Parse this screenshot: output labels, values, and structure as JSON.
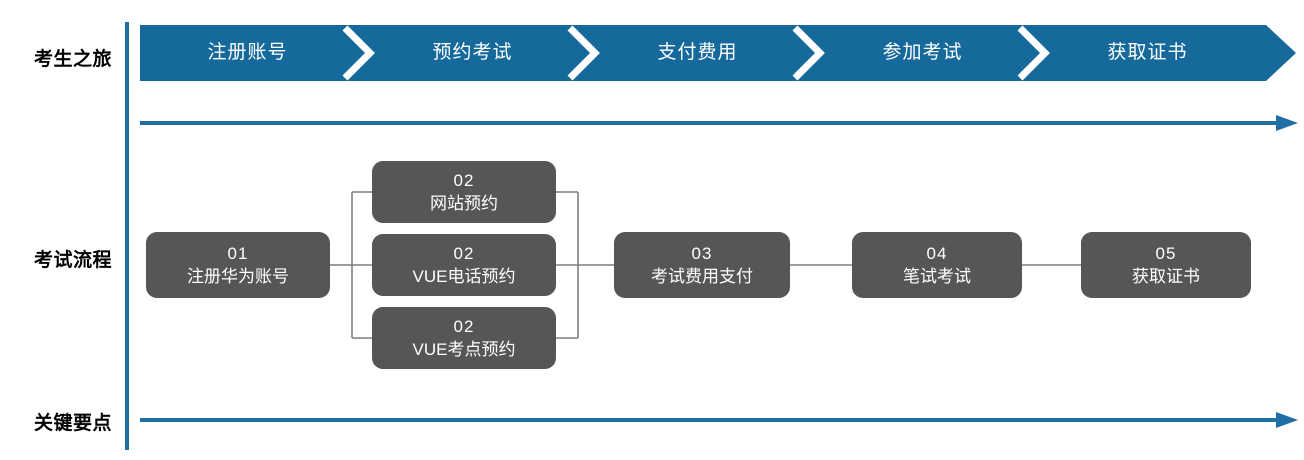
{
  "meta": {
    "title": "考生之旅与考试流程图"
  },
  "colors": {
    "band_blue": "#16699B",
    "divider_blue": "#1F6FA5",
    "arrow_blue": "#1F6FA5",
    "box_gray": "#565656",
    "connector_gray": "#7F7F7F",
    "text_white": "#FFFFFF",
    "text_black": "#000000"
  },
  "rows": {
    "journey": {
      "label": "考生之旅"
    },
    "process": {
      "label": "考试流程"
    },
    "keypoints": {
      "label": "关键要点"
    }
  },
  "journey": {
    "steps": [
      {
        "label": "注册账号"
      },
      {
        "label": "预约考试"
      },
      {
        "label": "支付费用"
      },
      {
        "label": "参加考试"
      },
      {
        "label": "获取证书"
      }
    ]
  },
  "process": {
    "boxes": [
      {
        "num": "01",
        "text": "注册华为账号"
      },
      {
        "num": "02",
        "text": "网站预约"
      },
      {
        "num": "02",
        "text": "VUE电话预约"
      },
      {
        "num": "02",
        "text": "VUE考点预约"
      },
      {
        "num": "03",
        "text": "考试费用支付"
      },
      {
        "num": "04",
        "text": "笔试考试"
      },
      {
        "num": "05",
        "text": "获取证书"
      }
    ]
  },
  "arrows": {
    "top": {
      "name": "journey-progress-arrow",
      "direction": "right"
    },
    "bottom": {
      "name": "keypoints-progress-arrow",
      "direction": "right"
    }
  }
}
